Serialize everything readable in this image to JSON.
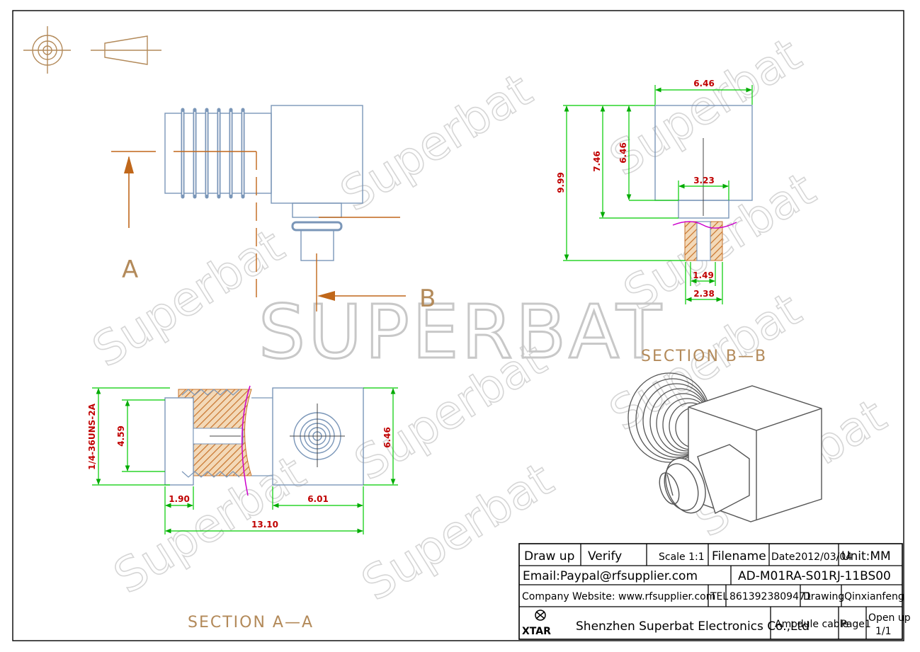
{
  "watermark": {
    "brand": "SUPERBAT",
    "repeat": "Superbat"
  },
  "views": {
    "section_a_label": "SECTION  A—A",
    "section_b_label": "SECTION  B—B",
    "arrow_a": "A",
    "arrow_b": "B"
  },
  "dimensions": {
    "top_width": "6.46",
    "height_total": "9.99",
    "height_746": "7.46",
    "height_646": "6.46",
    "inner_323": "3.23",
    "pin_149": "1.49",
    "pin_238": "2.38",
    "thread": "1/4-36UNS-2A",
    "dia_459": "4.59",
    "right_646": "6.46",
    "d_190": "1.90",
    "d_601": "6.01",
    "d_1310": "13.10"
  },
  "title_block": {
    "draw_up": "Draw up",
    "verify": "Verify",
    "scale": "Scale 1:1",
    "filename": "Filename",
    "date": "Date2012/03/04",
    "unit": "Unit:MM",
    "email": "Email:Paypal@rfsupplier.com",
    "part_no": "AD-M01RA-S01RJ-11BS00",
    "website": "Company Website:  www.rfsupplier.com",
    "tel_label": "TEL",
    "tel": "8613923809471",
    "drawing": "Drawing",
    "drawer": "Qinxianfeng",
    "logo_text": "XTAR",
    "company": "Shenzhen Superbat Electronics Co.,Ltd",
    "module": "Amodule cable",
    "page": "Page1",
    "open_up": "Open up",
    "open_up_count": "1/1"
  },
  "colors": {
    "outline": "#7a96b8",
    "center": "#c0671a",
    "dimension": "#00cc00",
    "dim_text": "#c00000",
    "hatch": "#c8742c",
    "cut": "#cc00cc"
  }
}
